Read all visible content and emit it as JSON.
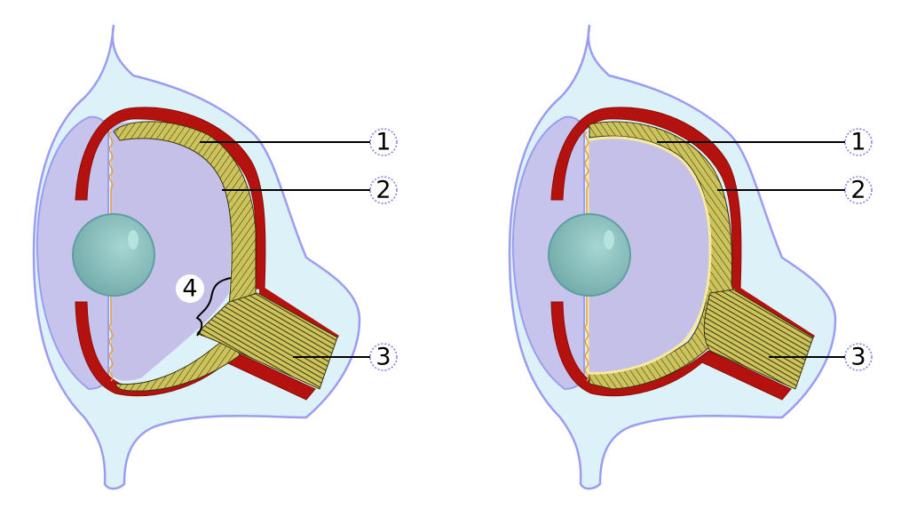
{
  "diagrams": [
    {
      "id": "left-eye",
      "labels": [
        "1",
        "2",
        "3",
        "4"
      ]
    },
    {
      "id": "right-eye",
      "labels": [
        "1",
        "2",
        "3"
      ]
    }
  ],
  "colors": {
    "background": "#ffffff",
    "body_fill": "#dcf1f8",
    "body_stroke": "#9b9df0",
    "cornea_fill": "#c6c3ec",
    "vitreous_fill": "#c4c0e8",
    "choroid_red": "#b3120e",
    "choroid_dark": "#8b0c08",
    "retina_fill": "#cdc35c",
    "retina_light": "#f8e9a0",
    "retina_stroke": "#3a3510",
    "lens_fill": "#84bdbb",
    "lens_stroke": "#5f9ea0",
    "ligament": "#e8a03a",
    "leader_line": "#000000",
    "callout_fill": "#ffffff",
    "callout_stroke": "#7b7ee8"
  }
}
